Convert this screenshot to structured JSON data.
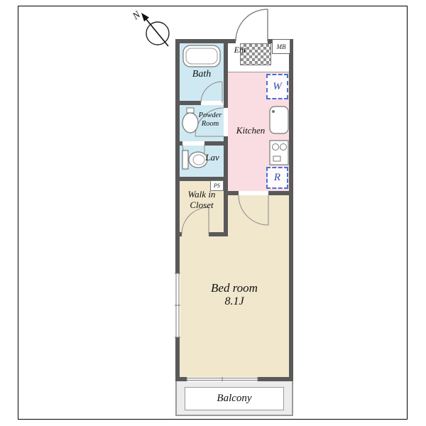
{
  "compass": {
    "label": "N"
  },
  "rooms": {
    "bath": {
      "label": "Bath"
    },
    "ent": {
      "label": "Ent"
    },
    "mb": {
      "label": "MB"
    },
    "washer": {
      "label": "W"
    },
    "kitchen": {
      "label": "Kitchen"
    },
    "powder_room": {
      "line1": "Powder",
      "line2": "Room"
    },
    "lav": {
      "label": "Lav"
    },
    "ps": {
      "label": "PS"
    },
    "fridge": {
      "label": "R"
    },
    "walk_in_closet": {
      "line1": "Walk in",
      "line2": "Closet"
    },
    "bedroom": {
      "label": "Bed room",
      "size": "8.1J"
    },
    "balcony": {
      "label": "Balcony"
    }
  },
  "colors": {
    "wall": "#595959",
    "wet_rooms": "#cfe9f2",
    "kitchen": "#fadde2",
    "bedroom": "#f0e7cd",
    "balcony": "#ececec",
    "appliance_outline": "#4d6fd4",
    "appliance_text": "#2d4fae"
  }
}
